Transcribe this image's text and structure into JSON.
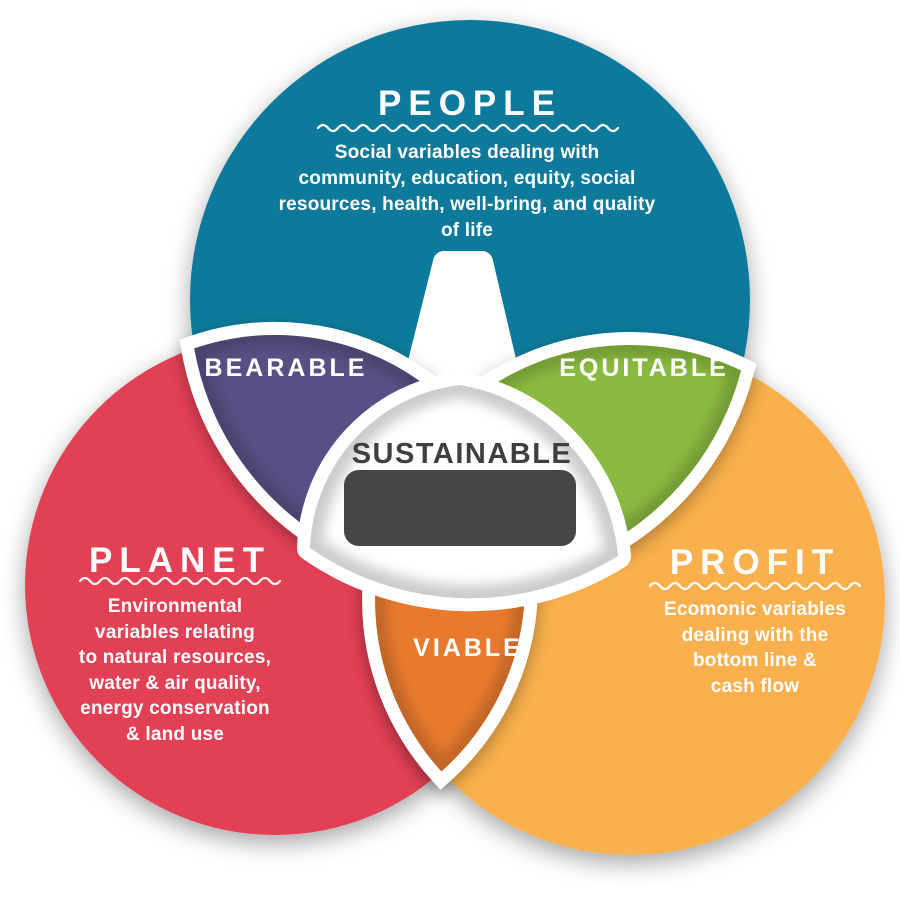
{
  "diagram": {
    "center": {
      "label": "SUSTAINABLE"
    },
    "colors": {
      "people_circle": "#0E7A9B",
      "planet_circle": "#E23F55",
      "profit_circle": "#F9B04E",
      "bearable_lens": "#5A5085",
      "equitable_lens": "#8BBA3F",
      "viable_lens": "#E87A2E",
      "center_shape": "#454548"
    },
    "people": {
      "label": "PEOPLE",
      "desc": [
        "Social variables dealing with",
        "community, education, equity, social",
        "resources, health, well-bring, and quality",
        "of life"
      ]
    },
    "planet": {
      "label": "PLANET",
      "desc": [
        "Environmental",
        "variables relating",
        "to natural resources,",
        "water & air quality,",
        "energy conservation",
        "& land use"
      ]
    },
    "profit": {
      "label": "PROFIT",
      "desc": [
        "Ecomonic variables",
        "dealing with the",
        "bottom line &",
        "cash flow"
      ]
    },
    "overlaps": {
      "bearable": "BEARABLE",
      "equitable": "EQUITABLE",
      "viable": "VIABLE"
    }
  }
}
